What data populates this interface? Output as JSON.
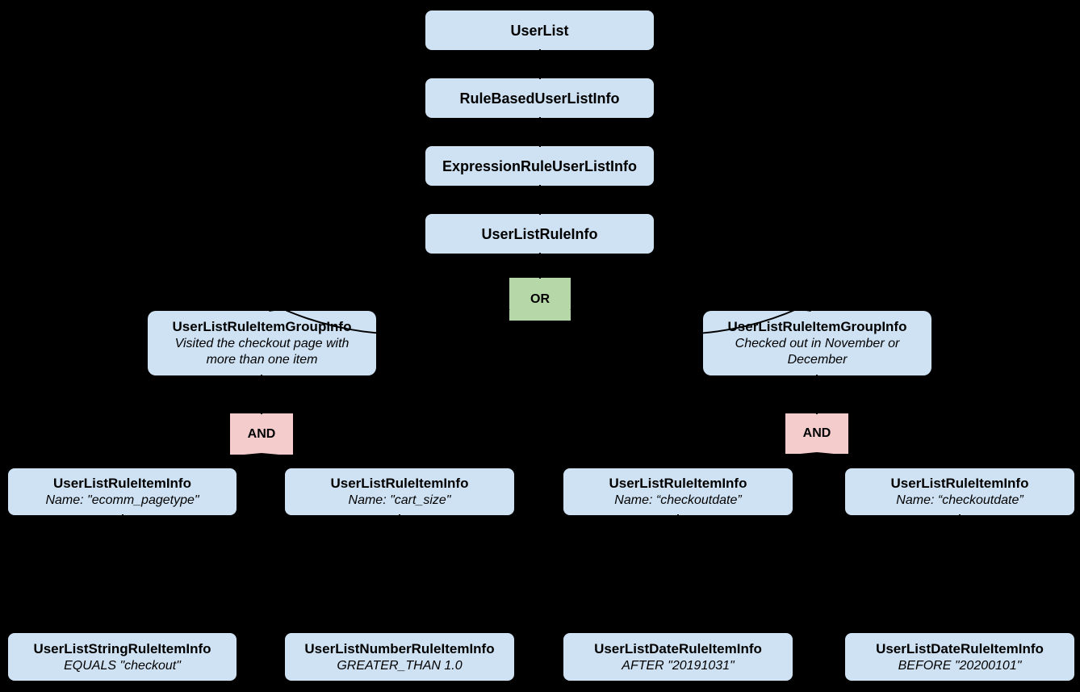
{
  "diagram": {
    "background_color": "#000000",
    "node_fill_color": "#cfe2f3",
    "or_fill_color": "#b6d7a8",
    "and_fill_color": "#f4cccc",
    "text_color": "#000000",
    "nodes": {
      "userlist": {
        "label": "UserList"
      },
      "rule_based_userlist_info": {
        "label": "RuleBasedUserListInfo"
      },
      "expression_rule_userlist_info": {
        "label": "ExpressionRuleUserListInfo"
      },
      "userlist_rule_info": {
        "label": "UserListRuleInfo"
      },
      "or_operator": {
        "label": "OR"
      },
      "group_left": {
        "label": "UserListRuleItemGroupInfo",
        "note": "Visited the checkout page with more than one item"
      },
      "group_right": {
        "label": "UserListRuleItemGroupInfo",
        "note": "Checked out in November or December"
      },
      "and_left": {
        "label": "AND"
      },
      "and_right": {
        "label": "AND"
      },
      "item_ecomm_pagetype": {
        "label": "UserListRuleItemInfo",
        "note": "Name: \"ecomm_pagetype\""
      },
      "item_cart_size": {
        "label": "UserListRuleItemInfo",
        "note": "Name: \"cart_size\""
      },
      "item_checkoutdate_after": {
        "label": "UserListRuleItemInfo",
        "note": "Name: “checkoutdate”"
      },
      "item_checkoutdate_before": {
        "label": "UserListRuleItemInfo",
        "note": "Name: “checkoutdate”"
      },
      "leaf_string_rule": {
        "label": "UserListStringRuleItemInfo",
        "note": "EQUALS \"checkout\""
      },
      "leaf_number_rule": {
        "label": "UserListNumberRuleItemInfo",
        "note": "GREATER_THAN 1.0"
      },
      "leaf_date_after": {
        "label": "UserListDateRuleItemInfo",
        "note": "AFTER \"20191031\""
      },
      "leaf_date_before": {
        "label": "UserListDateRuleItemInfo",
        "note": "BEFORE \"20200101\""
      }
    }
  }
}
